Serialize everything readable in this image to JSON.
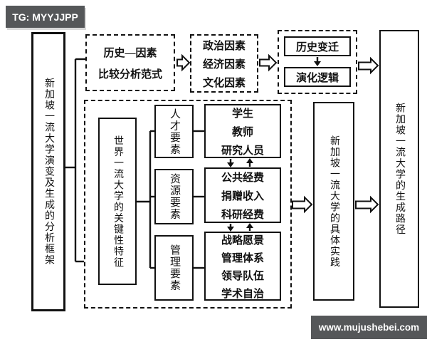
{
  "banners": {
    "top": "TG: MYYJJPP",
    "bottom": "www.mujushebei.com"
  },
  "colors": {
    "banner_bg": "#555759",
    "line": "#111111",
    "background": "#ffffff"
  },
  "diagram": {
    "left_frame": "新加坡一流大学演变及生成的分析框架",
    "paradigm": {
      "line1": "历史—因素",
      "line2": "比较分析范式"
    },
    "factors": [
      "政治因素",
      "经济因素",
      "文化因素"
    ],
    "evolution": {
      "top": "历史变迁",
      "bottom": "演化逻辑"
    },
    "key_features": "世界一流大学的关键性特征",
    "elements": [
      {
        "label": "人才要素",
        "details": [
          "学生",
          "教师",
          "研究人员"
        ]
      },
      {
        "label": "资源要素",
        "details": [
          "公共经费",
          "捐赠收入",
          "科研经费"
        ]
      },
      {
        "label": "管理要素",
        "details": [
          "战略愿景",
          "管理体系",
          "领导队伍",
          "学术自治"
        ]
      }
    ],
    "practice": "新加坡一流大学的具体实践",
    "path": "新加坡一流大学的生成路径"
  }
}
